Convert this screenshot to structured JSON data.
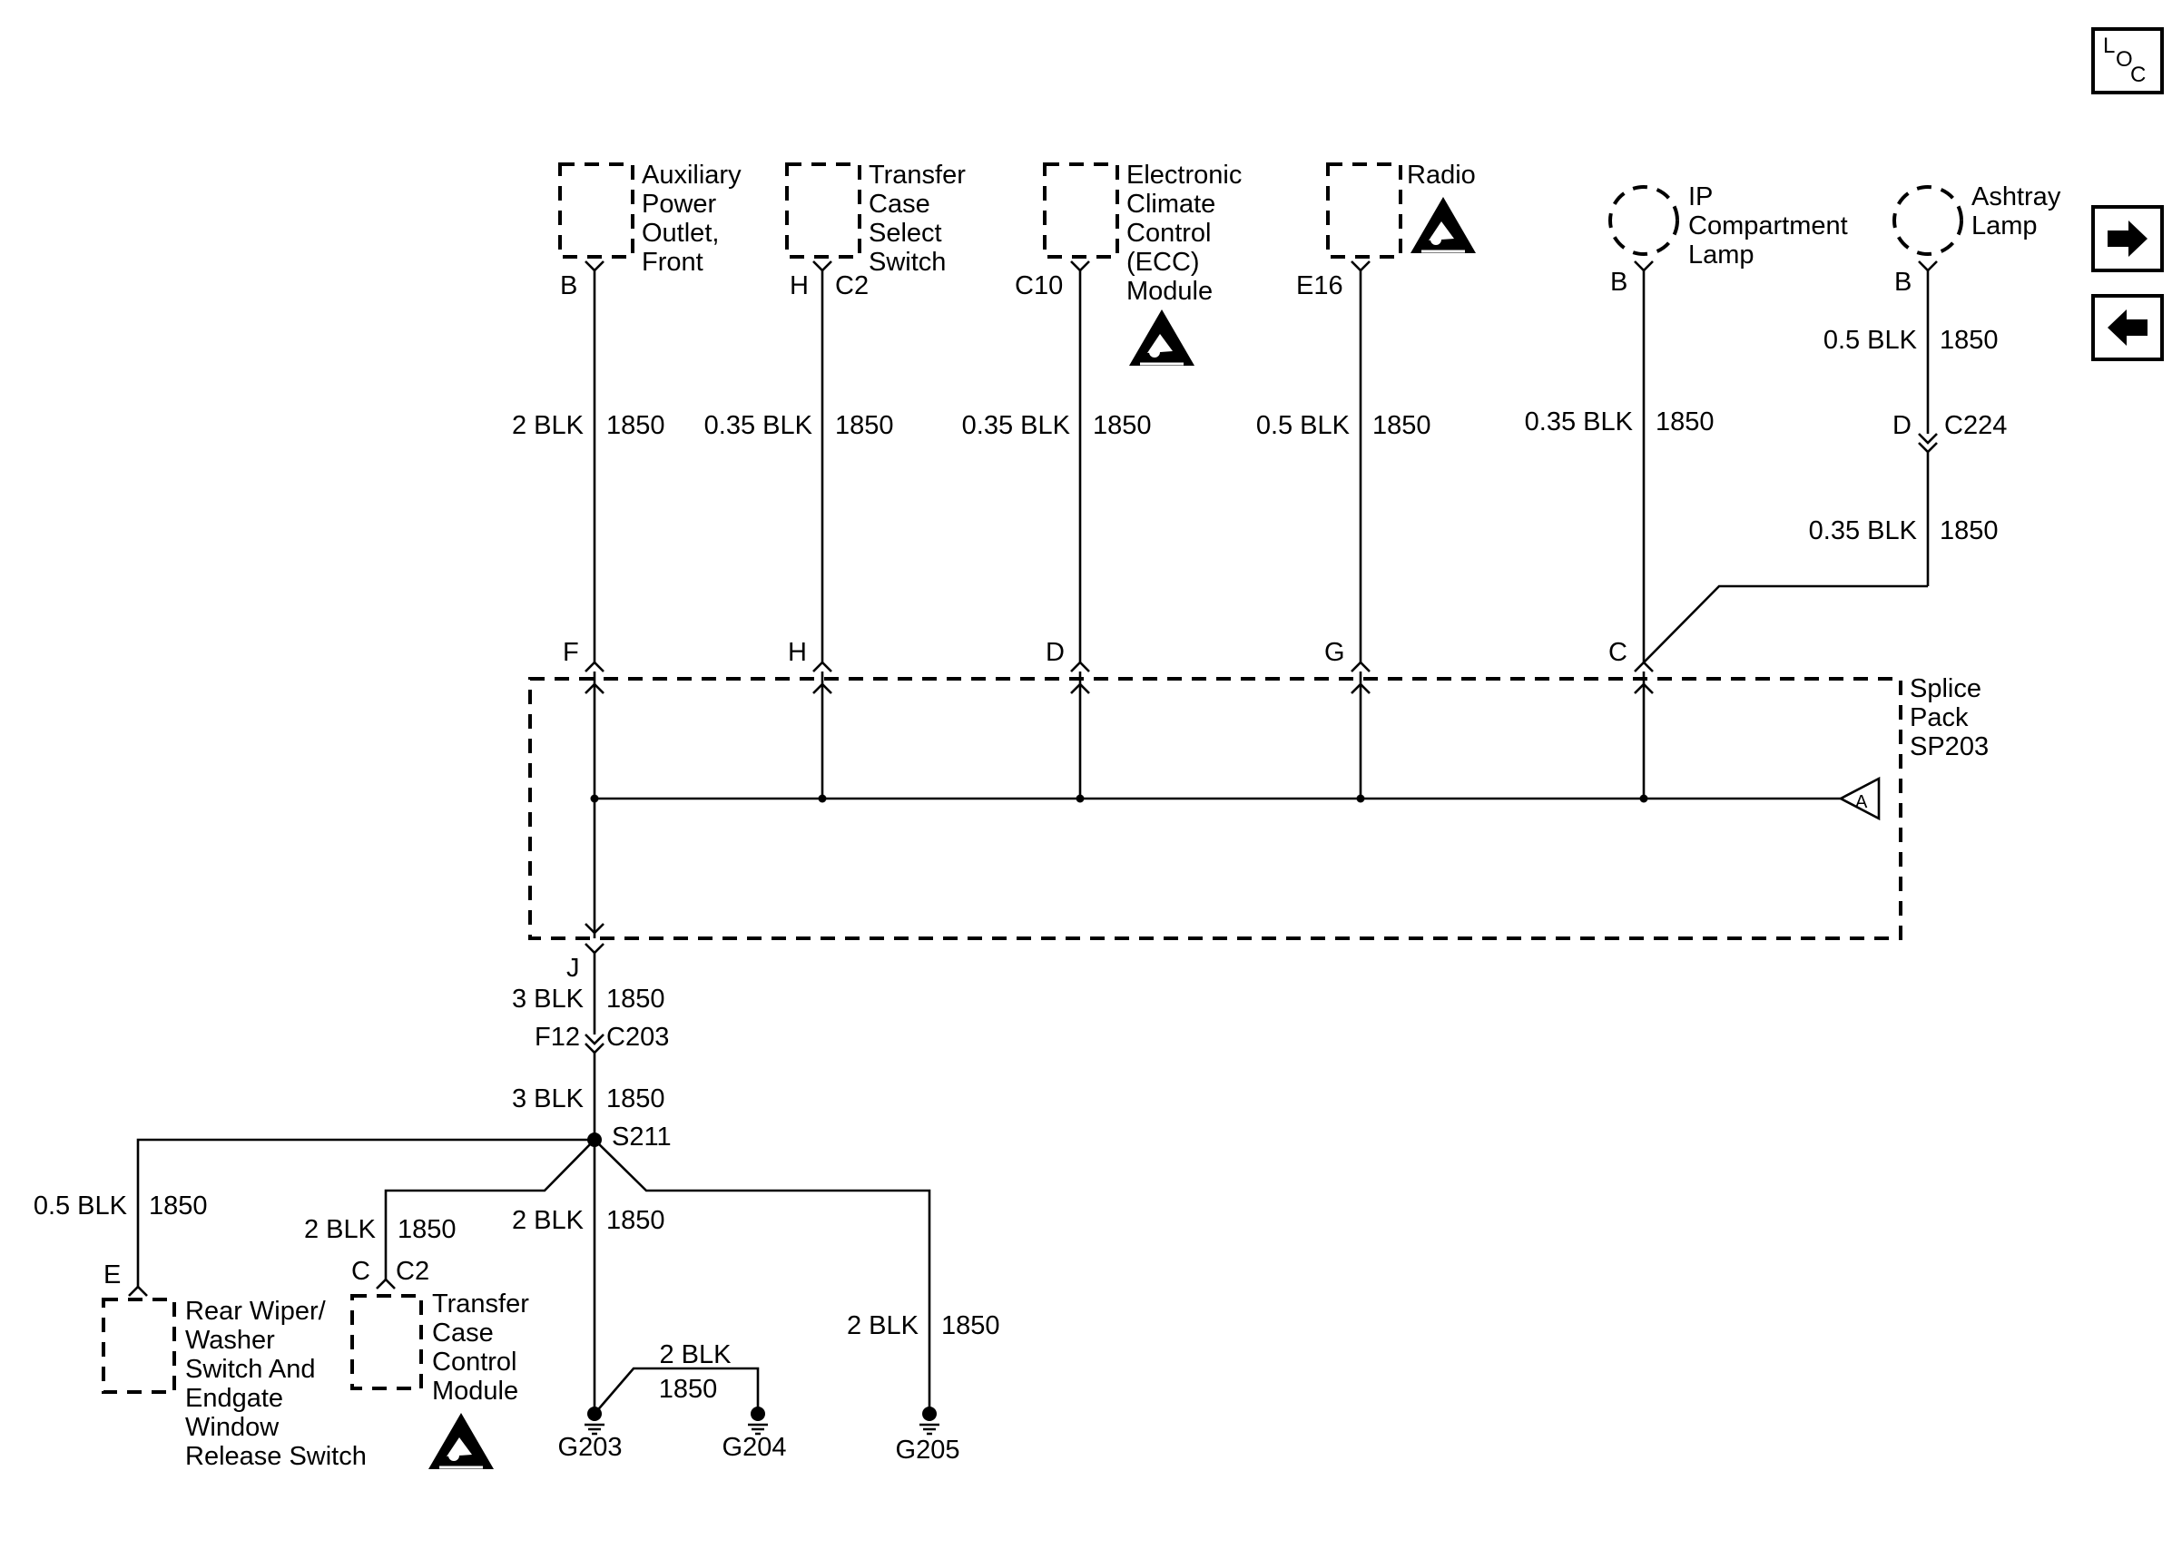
{
  "toolbar": {
    "loc_letters": [
      "L",
      "O",
      "C"
    ],
    "next_icon": "arrow-right-icon",
    "prev_icon": "arrow-left-icon"
  },
  "components": {
    "aux_power": [
      "Auxiliary",
      "Power",
      "Outlet,",
      "Front"
    ],
    "transfer_case_select": [
      "Transfer",
      "Case",
      "Select",
      "Switch"
    ],
    "ecc_module": [
      "Electronic",
      "Climate",
      "Control",
      "(ECC)",
      "Module"
    ],
    "radio": [
      "Radio"
    ],
    "ip_lamp": [
      "IP",
      "Compartment",
      "Lamp"
    ],
    "ashtray_lamp": [
      "Ashtray",
      "Lamp"
    ],
    "splice_pack": [
      "Splice",
      "Pack",
      "SP203"
    ],
    "rear_wiper": [
      "Rear Wiper/",
      "Washer",
      "Switch And",
      "Endgate",
      "Window",
      "Release Switch"
    ],
    "transfer_case_control": [
      "Transfer",
      "Case",
      "Control",
      "Module"
    ]
  },
  "pins": {
    "aux_top": "B",
    "tcs_top_pin": "H",
    "tcs_top_conn": "C2",
    "ecc_top": "C10",
    "radio_top": "E16",
    "ip_top": "B",
    "ashtray_top": "B",
    "c224_pin": "D",
    "c224_conn": "C224",
    "sp_f": "F",
    "sp_h": "H",
    "sp_d": "D",
    "sp_g": "G",
    "sp_c": "C",
    "sp_j": "J",
    "sp_internal": "A",
    "c203_pin": "F12",
    "c203_conn": "C203",
    "splice": "S211",
    "rear_wiper_pin": "E",
    "tcc_pin": "C",
    "tcc_conn": "C2"
  },
  "wires": {
    "aux_gauge": "2 BLK",
    "aux_circuit": "1850",
    "tcs_gauge": "0.35 BLK",
    "tcs_circuit": "1850",
    "ecc_gauge": "0.35 BLK",
    "ecc_circuit": "1850",
    "radio_gauge": "0.5 BLK",
    "radio_circuit": "1850",
    "ip_gauge": "0.35 BLK",
    "ip_circuit": "1850",
    "ashtray_upper_gauge": "0.5 BLK",
    "ashtray_upper_circuit": "1850",
    "ashtray_lower_gauge": "0.35 BLK",
    "ashtray_lower_circuit": "1850",
    "j_gauge": "3 BLK",
    "j_circuit": "1850",
    "c203_below_gauge": "3 BLK",
    "c203_below_circuit": "1850",
    "rear_wiper_gauge": "0.5 BLK",
    "rear_wiper_circuit": "1850",
    "tcc_gauge": "2 BLK",
    "tcc_circuit": "1850",
    "g203_gauge": "2 BLK",
    "g203_circuit": "1850",
    "g204_gauge": "2 BLK",
    "g204_circuit": "1850",
    "g205_gauge": "2 BLK",
    "g205_circuit": "1850"
  },
  "grounds": {
    "g203": "G203",
    "g204": "G204",
    "g205": "G205"
  },
  "icons": {
    "esd": "esd-warning-icon"
  }
}
